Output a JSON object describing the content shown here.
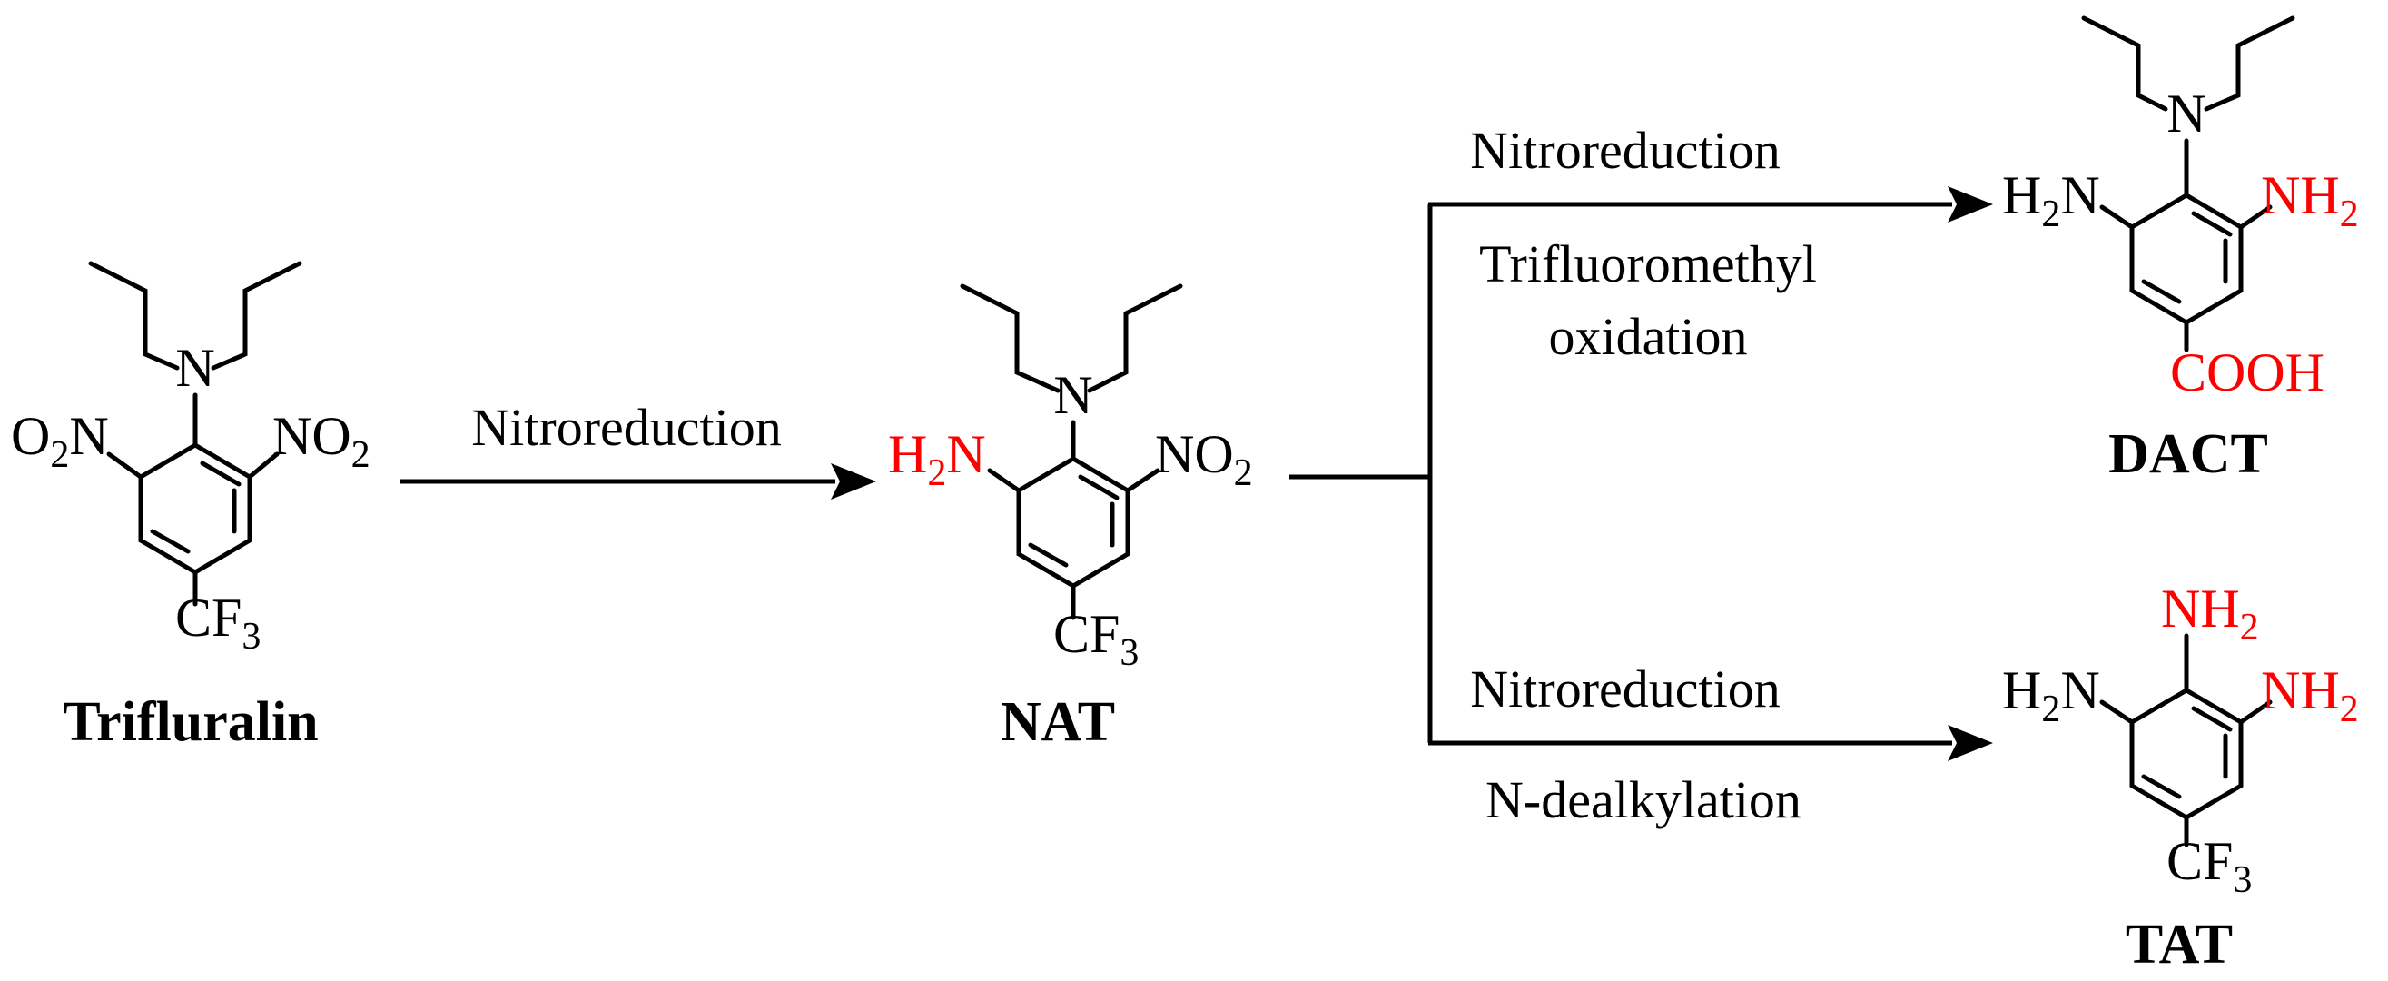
{
  "colors": {
    "default": "#000000",
    "highlight": "#ff0000"
  },
  "molecules": {
    "trifluralin": {
      "name": "Trifluralin",
      "n_center": "N",
      "left_group": {
        "main": "O",
        "sub": "2",
        "tail": "N"
      },
      "right_group": {
        "main": "NO",
        "sub": "2"
      },
      "bottom_group": {
        "main": "CF",
        "sub": "3"
      }
    },
    "nat": {
      "name": "NAT",
      "n_center": "N",
      "left_group": {
        "main": "H",
        "sub": "2",
        "tail": "N"
      },
      "right_group": {
        "main": "NO",
        "sub": "2"
      },
      "bottom_group": {
        "main": "CF",
        "sub": "3"
      }
    },
    "dact": {
      "name": "DACT",
      "n_center": "N",
      "left_group": {
        "main": "H",
        "sub": "2",
        "tail": "N"
      },
      "right_group": {
        "main": "NH",
        "sub": "2"
      },
      "bottom_group": {
        "main": "COOH"
      }
    },
    "tat": {
      "name": "TAT",
      "left_group": {
        "main": "H",
        "sub": "2",
        "tail": "N"
      },
      "top_group": {
        "main": "NH",
        "sub": "2"
      },
      "right_group": {
        "main": "NH",
        "sub": "2"
      },
      "bottom_group": {
        "main": "CF",
        "sub": "3"
      }
    }
  },
  "reactions": {
    "step1": {
      "label": "Nitroreduction"
    },
    "upper": {
      "line1": "Nitroreduction",
      "line2": "Trifluoromethyl",
      "line3": "oxidation"
    },
    "lower": {
      "line1": "Nitroreduction",
      "line2": "N-dealkylation"
    }
  }
}
